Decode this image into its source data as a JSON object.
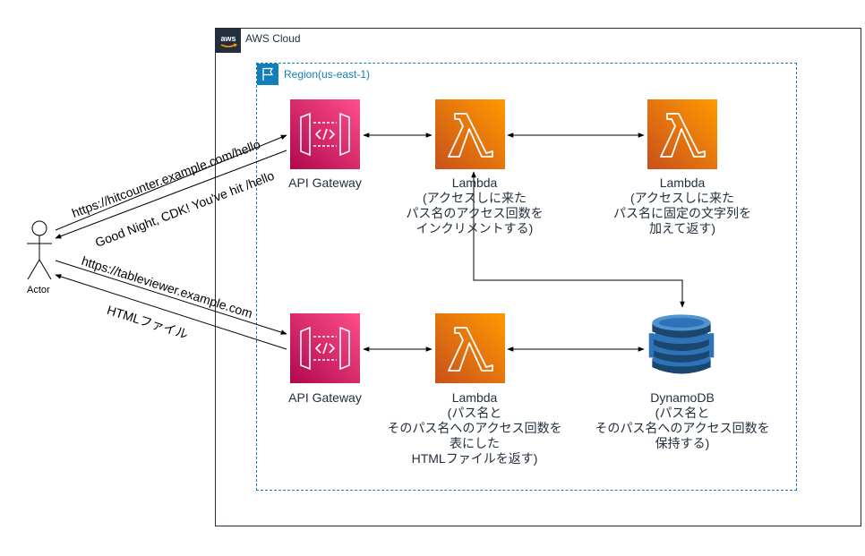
{
  "cloud": {
    "title": "AWS Cloud"
  },
  "region": {
    "title": "Region(us-east-1)"
  },
  "actor": {
    "label": "Actor"
  },
  "nodes": {
    "apigw_top": {
      "label": "API Gateway"
    },
    "lambda_counter": {
      "lines": [
        "Lambda",
        "(アクセスしに来た",
        "パス名のアクセス回数を",
        "インクリメントする)"
      ]
    },
    "lambda_hello": {
      "lines": [
        "Lambda",
        "(アクセスしに来た",
        "パス名に固定の文字列を",
        "加えて返す)"
      ]
    },
    "apigw_bottom": {
      "label": "API Gateway"
    },
    "lambda_viewer": {
      "lines": [
        "Lambda",
        "(パス名と",
        "そのパス名へのアクセス回数を",
        "表にした",
        "HTMLファイルを返す)"
      ]
    },
    "dynamodb": {
      "lines": [
        "DynamoDB",
        "(パス名と",
        "そのパス名へのアクセス回数を",
        "保持する)"
      ]
    }
  },
  "edges": {
    "hitcounter_request": "https://hitcounter.example.com/hello",
    "hitcounter_response": "Good Night, CDK! You've hit  /hello",
    "tableviewer_request": "https://tableviewer.example.com",
    "tableviewer_response": "HTMLファイル"
  },
  "colors": {
    "api_gateway": "#e7157b",
    "lambda": "#ed7100",
    "dynamodb": "#2e73b8",
    "region_border": "#147eba",
    "cloud_border": "#232f3e"
  }
}
